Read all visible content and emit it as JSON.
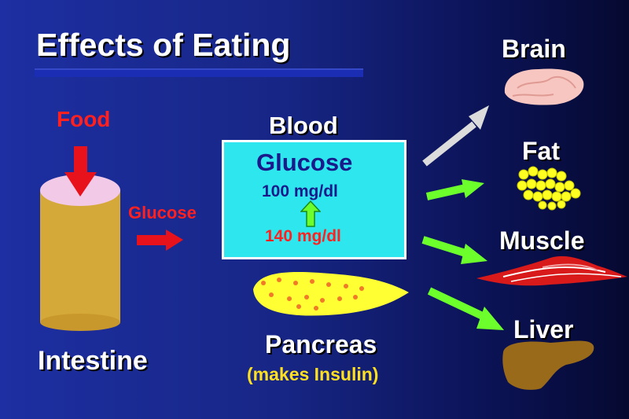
{
  "title": "Effects of Eating",
  "input": {
    "food_label": "Food",
    "organ_label": "Intestine",
    "transfer_label": "Glucose"
  },
  "blood": {
    "heading": "Blood",
    "box_title": "Glucose",
    "value_before": "100 mg/dl",
    "value_after": "140 mg/dl"
  },
  "pancreas": {
    "label": "Pancreas",
    "note": "(makes Insulin)"
  },
  "targets": {
    "brain": "Brain",
    "fat": "Fat",
    "muscle": "Muscle",
    "liver": "Liver"
  },
  "colors": {
    "background_start": "#1d2fa2",
    "background_end": "#050930",
    "arrow_red": "#e8121c",
    "arrow_green": "#6cff2c",
    "arrow_gray": "#dcdcdc",
    "glucose_box": "#2ee6ee",
    "intestine": "#d4a93a",
    "pancreas": "#ffff33",
    "liver": "#996a1a",
    "muscle": "#d81a1a",
    "fat": "#ffff22",
    "brain": "#f7c6c0"
  },
  "icons": [
    "food-arrow-icon",
    "intestine-icon",
    "glucose-arrow-icon",
    "up-arrow-icon",
    "pancreas-icon",
    "brain-icon",
    "fat-icon",
    "muscle-icon",
    "liver-icon"
  ]
}
